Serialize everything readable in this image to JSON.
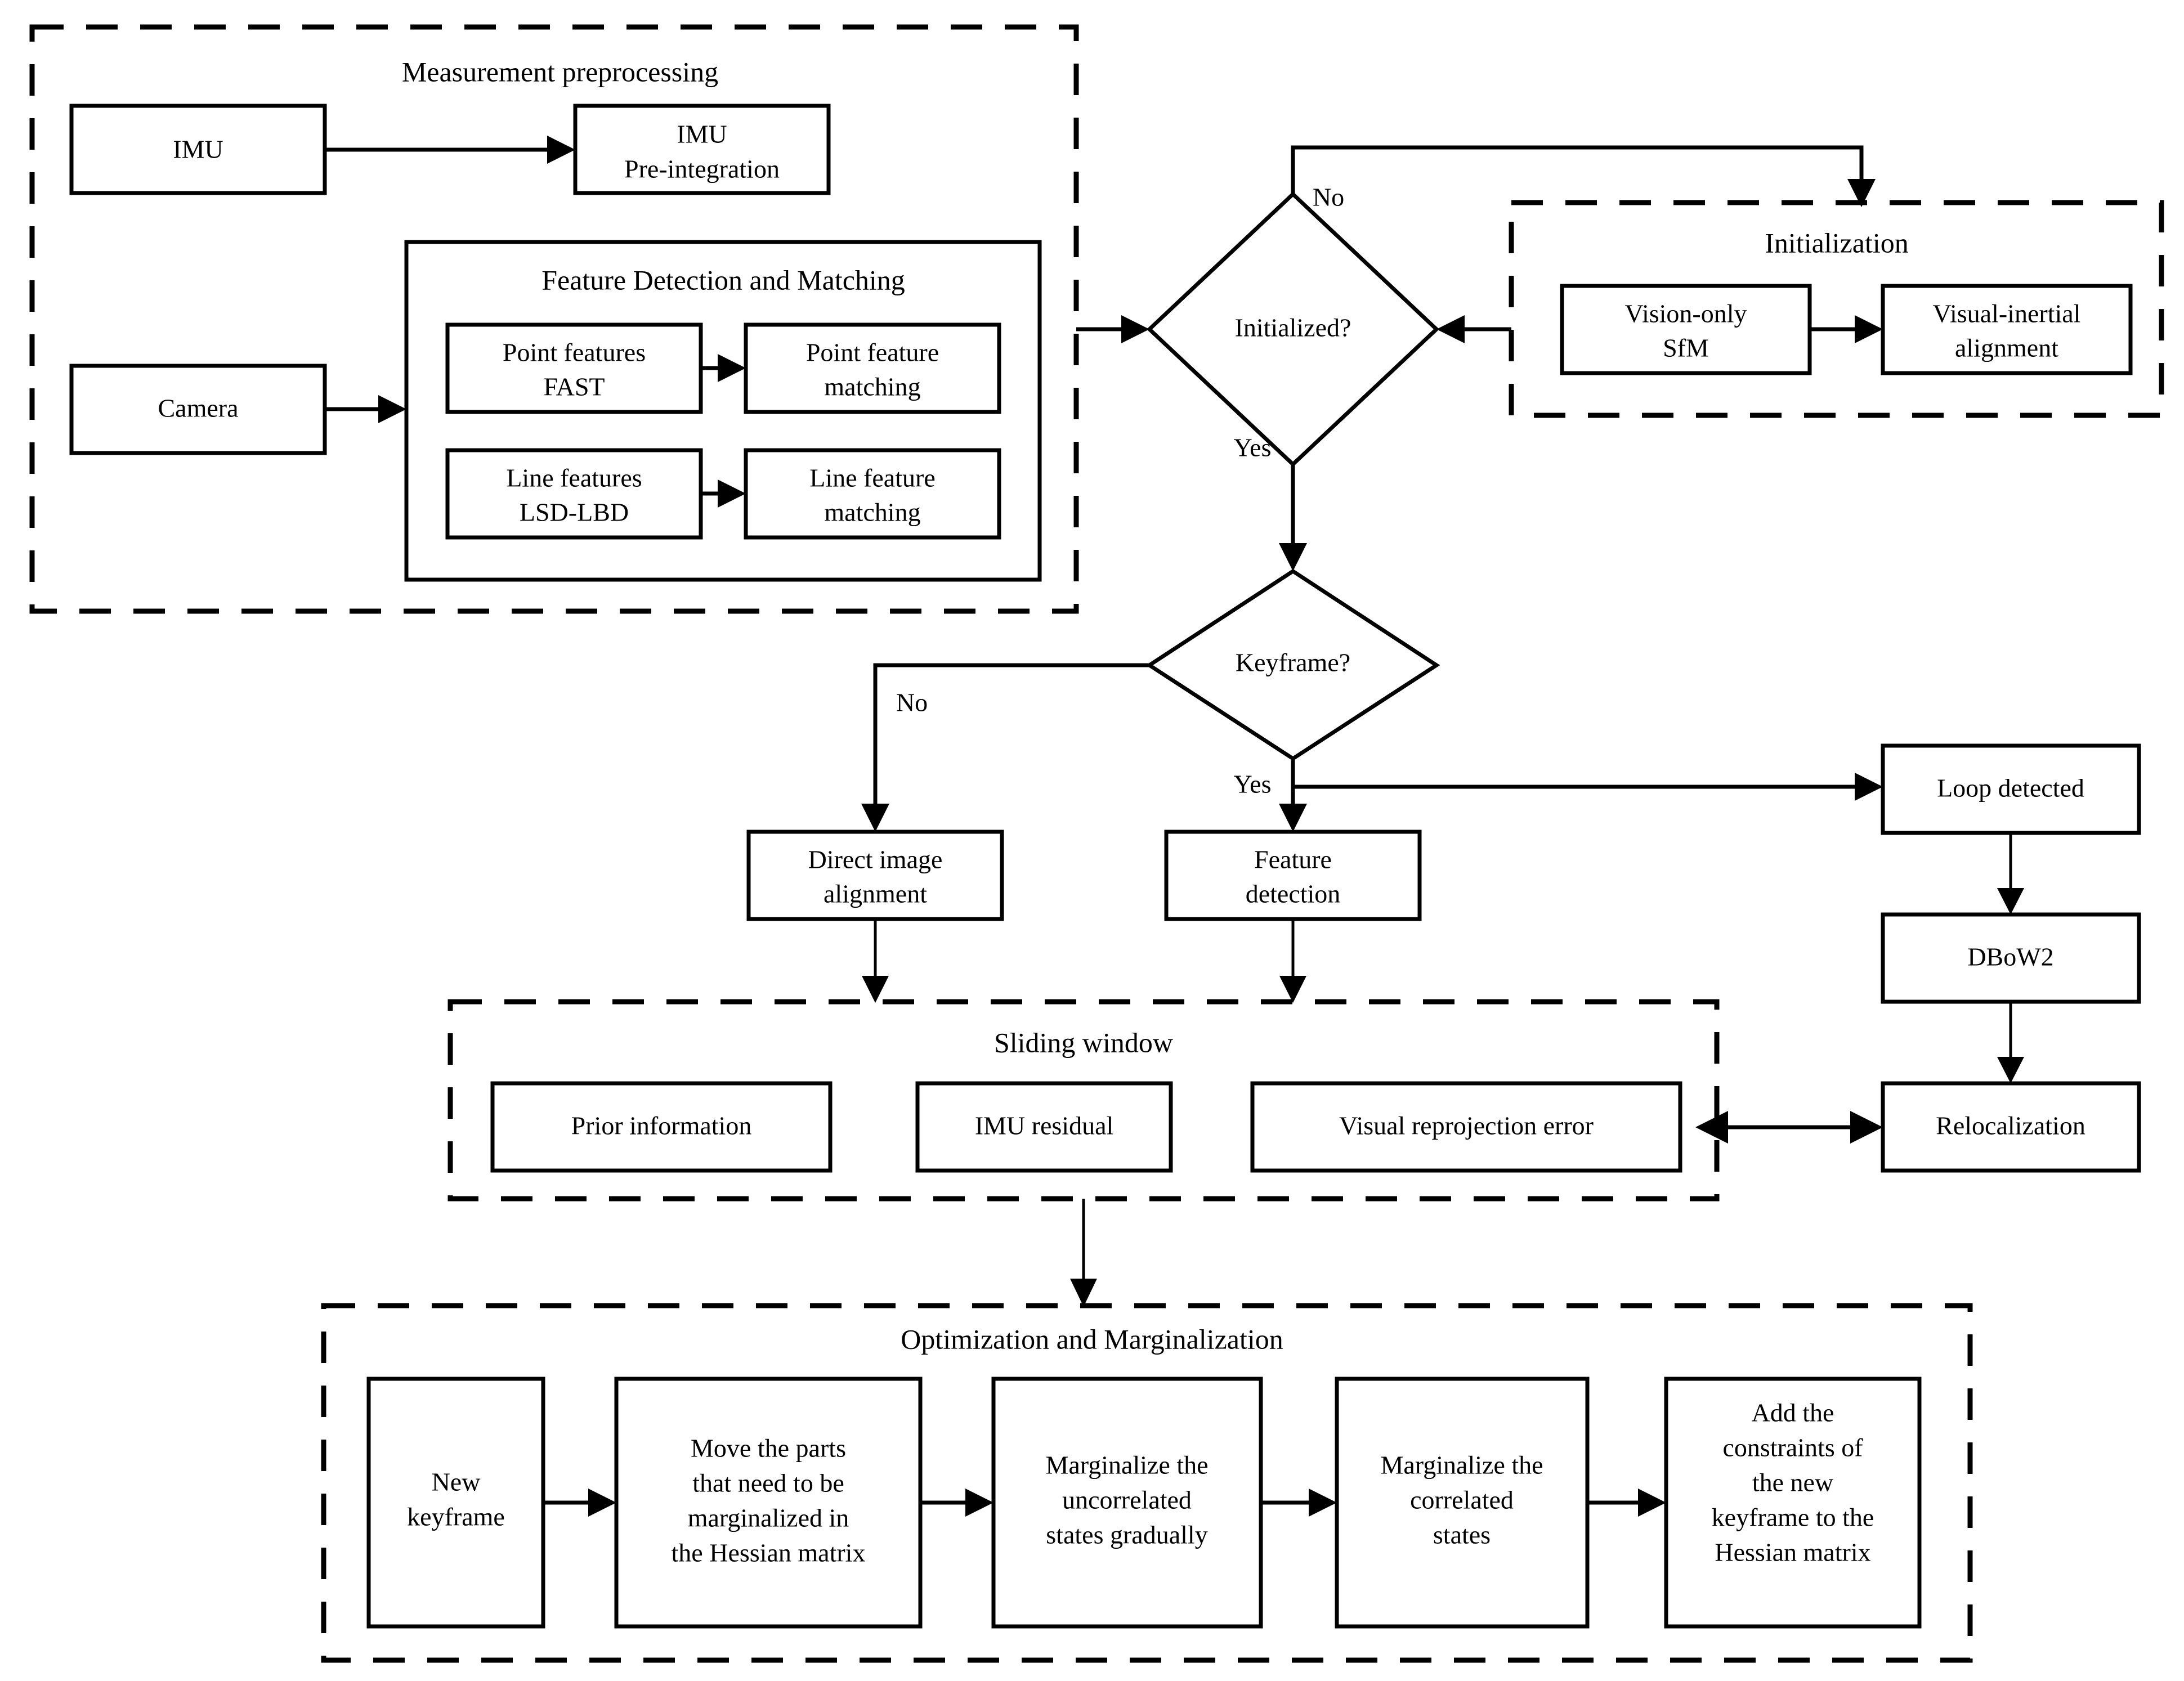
{
  "diagram": {
    "title": "VINS pipeline flowchart",
    "colors": {
      "stroke": "#000000",
      "fill": "#ffffff"
    }
  },
  "groups": {
    "measurement_preprocessing": {
      "label": "Measurement preprocessing"
    },
    "feature_detection_and_matching": {
      "label": "Feature Detection and Matching"
    },
    "initialization": {
      "label": "Initialization"
    },
    "sliding_window": {
      "label": "Sliding window"
    },
    "optimization_and_marginalization": {
      "label": "Optimization and Marginalization"
    }
  },
  "nodes": {
    "imu": {
      "label": "IMU"
    },
    "imu_preintegration": {
      "line1": "IMU",
      "line2": "Pre-integration"
    },
    "camera": {
      "label": "Camera"
    },
    "point_features": {
      "line1": "Point features",
      "line2": "FAST"
    },
    "point_feature_matching": {
      "line1": "Point feature",
      "line2": "matching"
    },
    "line_features": {
      "line1": "Line features",
      "line2": "LSD-LBD"
    },
    "line_feature_matching": {
      "line1": "Line feature",
      "line2": "matching"
    },
    "initialized_decision": {
      "label": "Initialized?"
    },
    "vision_only_sfm": {
      "line1": "Vision-only",
      "line2": "SfM"
    },
    "visual_inertial_alignment": {
      "line1": "Visual-inertial",
      "line2": "alignment"
    },
    "keyframe_decision": {
      "label": "Keyframe?"
    },
    "direct_image_alignment": {
      "line1": "Direct image",
      "line2": "alignment"
    },
    "feature_detection": {
      "line1": "Feature",
      "line2": "detection"
    },
    "loop_detected": {
      "label": "Loop detected"
    },
    "dbow2": {
      "label": "DBoW2"
    },
    "relocalization": {
      "label": "Relocalization"
    },
    "prior_information": {
      "label": "Prior information"
    },
    "imu_residual": {
      "label": "IMU residual"
    },
    "visual_reprojection_error": {
      "label": "Visual reprojection error"
    },
    "new_keyframe": {
      "line1": "New",
      "line2": "keyframe"
    },
    "move_parts_hessian": {
      "line1": "Move the parts",
      "line2": "that need to be",
      "line3": "marginalized in",
      "line4": "the Hessian matrix"
    },
    "marginalize_uncorrelated": {
      "line1": "Marginalize the",
      "line2": "uncorrelated",
      "line3": "states gradually"
    },
    "marginalize_correlated": {
      "line1": "Marginalize the",
      "line2": "correlated",
      "line3": "states"
    },
    "add_constraints": {
      "line1": "Add the",
      "line2": "constraints of",
      "line3": "the new",
      "line4": "keyframe to the",
      "line5": "Hessian matrix"
    }
  },
  "edge_labels": {
    "initialized_no": "No",
    "initialized_yes": "Yes",
    "keyframe_no": "No",
    "keyframe_yes": "Yes"
  }
}
